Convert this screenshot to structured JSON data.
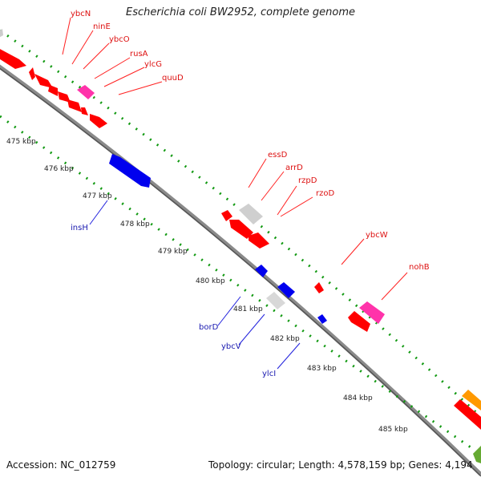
{
  "title": "Escherichia coli BW2952, complete genome",
  "footer": {
    "accession": "Accession: NC_012759",
    "summary": "Topology: circular; Length: 4,578,159 bp; Genes: 4,194"
  },
  "colors": {
    "forward_gene": "#ff0000",
    "forward_label": "#dd1111",
    "reverse_gene": "#0000ff",
    "reverse_label": "#1a1ab0",
    "pink_gene": "#ff33aa",
    "gray_gene": "#cfcfcf",
    "orange_gene": "#ff9900",
    "green_gene": "#66aa33",
    "backbone": "#888888",
    "tick_dots": "#119911"
  },
  "kbp_ticks": [
    "475 kbp",
    "476 kbp",
    "477 kbp",
    "478 kbp",
    "479 kbp",
    "480 kbp",
    "481 kbp",
    "482 kbp",
    "483 kbp",
    "484 kbp",
    "485 kbp"
  ],
  "forward_gene_labels": [
    "ybcN",
    "ninE",
    "ybcO",
    "rusA",
    "ylcG",
    "quuD",
    "essD",
    "arrD",
    "rzpD",
    "rzoD",
    "ybcW",
    "nohB"
  ],
  "reverse_gene_labels": [
    "insH",
    "borD",
    "ybcV",
    "ylcI"
  ]
}
